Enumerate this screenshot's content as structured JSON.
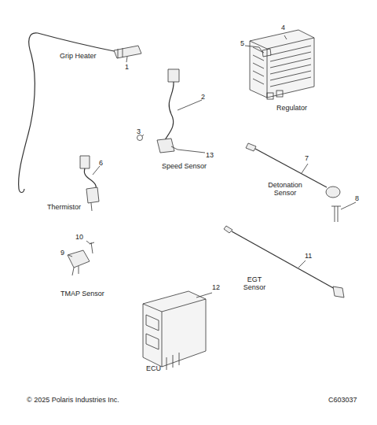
{
  "diagram": {
    "labels": [
      "Grip Heater",
      "1",
      "4",
      "5",
      "Regulator",
      "2",
      "3",
      "13",
      "Speed Sensor",
      "6",
      "Thermistor",
      "7",
      "Detonation Sensor",
      "8",
      "10",
      "9",
      "TMAP Sensor",
      "11",
      "EGT Sensor",
      "12",
      "ECU",
      "© 2025 Polaris Industries Inc.",
      "C603037"
    ]
  }
}
